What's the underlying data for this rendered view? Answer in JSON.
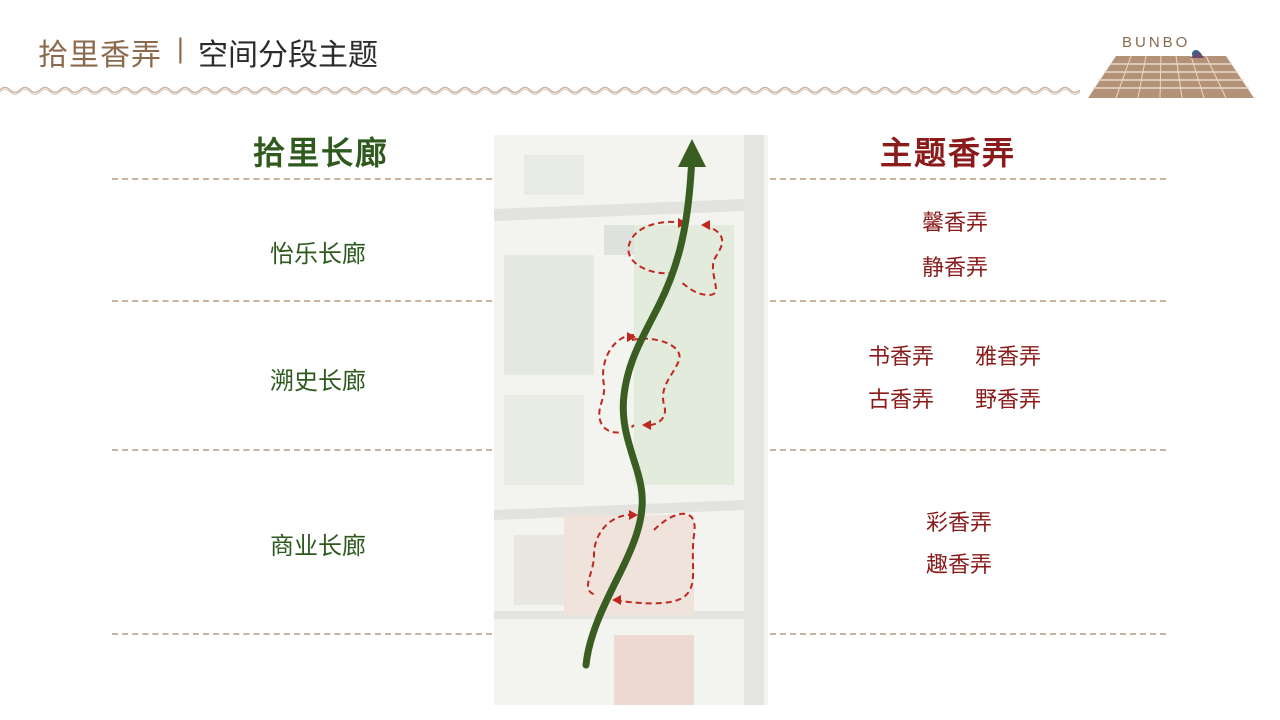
{
  "header": {
    "title": "拾里香弄",
    "separator": "|",
    "subtitle": "空间分段主题",
    "brand": "BUNBO"
  },
  "colors": {
    "corridor_green": "#2e5a1e",
    "theme_red": "#8b1a1a",
    "accent_brown": "#8b6a4c",
    "dashed_line": "#c9b29e"
  },
  "columns": {
    "left_heading": "拾里长廊",
    "right_heading": "主题香弄"
  },
  "sections": [
    {
      "corridor": "怡乐长廊",
      "alleys": [
        "馨香弄",
        "静香弄"
      ]
    },
    {
      "corridor": "溯史长廊",
      "alleys": [
        "书香弄",
        "雅香弄",
        "古香弄",
        "野香弄"
      ]
    },
    {
      "corridor": "商业长廊",
      "alleys": [
        "彩香弄",
        "趣香弄"
      ]
    }
  ]
}
